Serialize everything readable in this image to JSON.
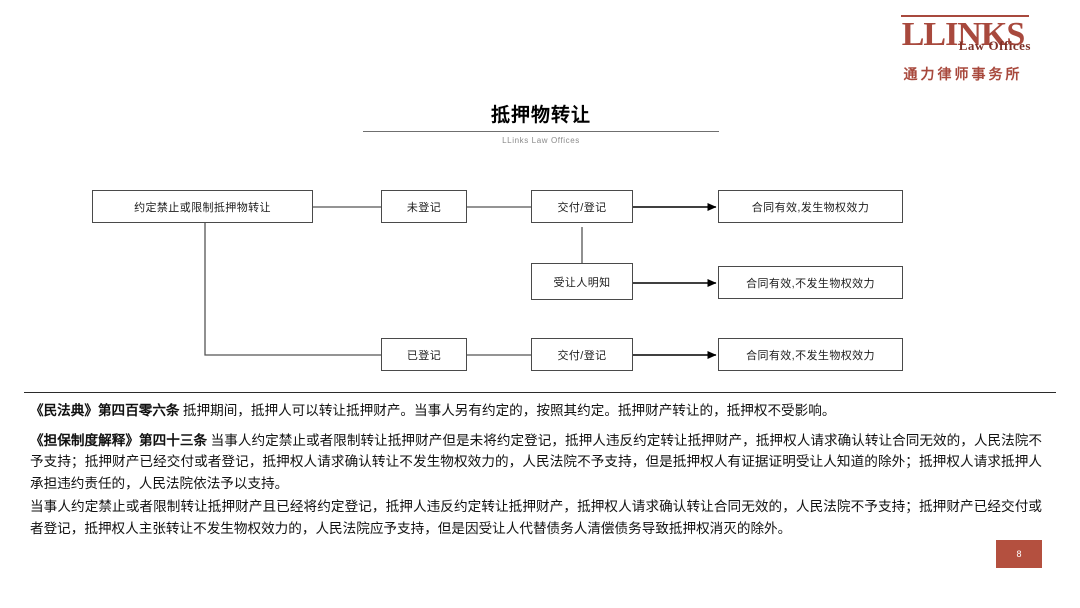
{
  "logo": {
    "main": "LLINKS",
    "sub": "Law Offices",
    "cn": "通力律师事务所",
    "brand_color": "#a8493d"
  },
  "title": {
    "heading": "抵押物转让",
    "subheading": "LLinks Law Offices"
  },
  "flowchart": {
    "type": "flow-diagram",
    "nodes": [
      {
        "id": "n1",
        "label": "约定禁止或限制抵押物转让"
      },
      {
        "id": "n2",
        "label": "未登记"
      },
      {
        "id": "n3",
        "label": "交付/登记"
      },
      {
        "id": "n4",
        "label": "合同有效,发生物权效力"
      },
      {
        "id": "n5",
        "label": "受让人明知"
      },
      {
        "id": "n6",
        "label": "合同有效,不发生物权效力"
      },
      {
        "id": "n7",
        "label": "已登记"
      },
      {
        "id": "n8",
        "label": "交付/登记"
      },
      {
        "id": "n9",
        "label": "合同有效,不发生物权效力"
      }
    ]
  },
  "body": {
    "p1_lead": "《民法典》第四百零六条",
    "p1_text": " 抵押期间，抵押人可以转让抵押财产。当事人另有约定的，按照其约定。抵押财产转让的，抵押权不受影响。",
    "p2_lead": "《担保制度解释》第四十三条",
    "p2_text": " 当事人约定禁止或者限制转让抵押财产但是未将约定登记，抵押人违反约定转让抵押财产，抵押权人请求确认转让合同无效的，人民法院不予支持；抵押财产已经交付或者登记，抵押权人请求确认转让不发生物权效力的，人民法院不予支持，但是抵押权人有证据证明受让人知道的除外；抵押权人请求抵押人承担违约责任的，人民法院依法予以支持。",
    "p3_text": "当事人约定禁止或者限制转让抵押财产且已经将约定登记，抵押人违反约定转让抵押财产，抵押权人请求确认转让合同无效的，人民法院不予支持；抵押财产已经交付或者登记，抵押权人主张转让不发生物权效力的，人民法院应予支持，但是因受让人代替债务人清偿债务导致抵押权消灭的除外。"
  },
  "page": {
    "number": "8",
    "badge_color": "#b4503f"
  }
}
